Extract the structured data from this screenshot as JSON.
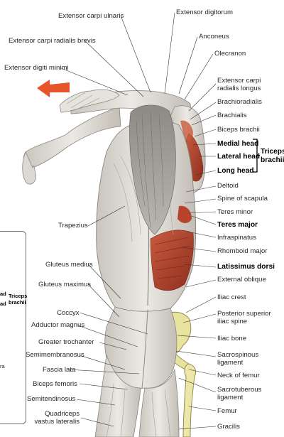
{
  "labels": {
    "extensor_carpi_ulnaris": "Extensor carpi ulnaris",
    "extensor_digitorum": "Extensor digitorum",
    "extensor_carpi_radialis_brevis": "Extensor carpi radialis brevis",
    "anconeus": "Anconeus",
    "olecranon": "Olecranon",
    "extensor_digiti_minimi": "Extensor digiti minimi",
    "extensor_carpi_radialis_longus": "Extensor carpi\nradialis longus",
    "brachioradialis": "Brachioradialis",
    "brachialis": "Brachialis",
    "biceps_brachii": "Biceps brachii",
    "medial_head": "Medial head",
    "lateral_head": "Lateral head",
    "long_head": "Long head",
    "triceps_brachii": "Triceps\nbrachii",
    "deltoid": "Deltoid",
    "spine_of_scapula": "Spine of scapula",
    "teres_minor": "Teres minor",
    "trapezius": "Trapezius",
    "teres_major": "Teres major",
    "infraspinatus": "Infraspinatus",
    "rhomboid_major": "Rhomboid major",
    "latissimus_dorsi": "Latissimus dorsi",
    "gluteus_medius": "Gluteus medius",
    "external_oblique": "External oblique",
    "gluteus_maximus": "Gluteus maximus",
    "iliac_crest": "Iliac crest",
    "coccyx": "Coccyx",
    "posterior_superior_iliac_spine": "Posterior superior\niliac spine",
    "adductor_magnus": "Adductor magnus",
    "iliac_bone": "Iliac bone",
    "greater_trochanter": "Greater trochanter",
    "sacrospinous_ligament": "Sacrospinous\nligament",
    "semimembranosus": "Semimembranosus",
    "fascia_lata": "Fascia lata",
    "neck_of_femur": "Neck of femur",
    "biceps_femoris": "Biceps femoris",
    "sacrotuberous_ligament": "Sacrotuberous\nligament",
    "semitendinosus": "Semitendinosus",
    "femur": "Femur",
    "quadriceps_vastus_lateralis": "Quadriceps\nvastus lateralis",
    "gracilis": "Gracilis"
  },
  "side_panel": {
    "head_top": "ad",
    "head_bottom": "ad",
    "triceps": "Triceps\nbrachii",
    "fragment": "ra"
  },
  "colors": {
    "arrow": "#e8542a",
    "highlight_muscle": "#b8432c",
    "bone": "#e9e3a0",
    "muscle_base": "#d9d5cf",
    "leader_line": "#333333"
  },
  "icons": {
    "direction_arrow": "arrow-left-icon"
  }
}
